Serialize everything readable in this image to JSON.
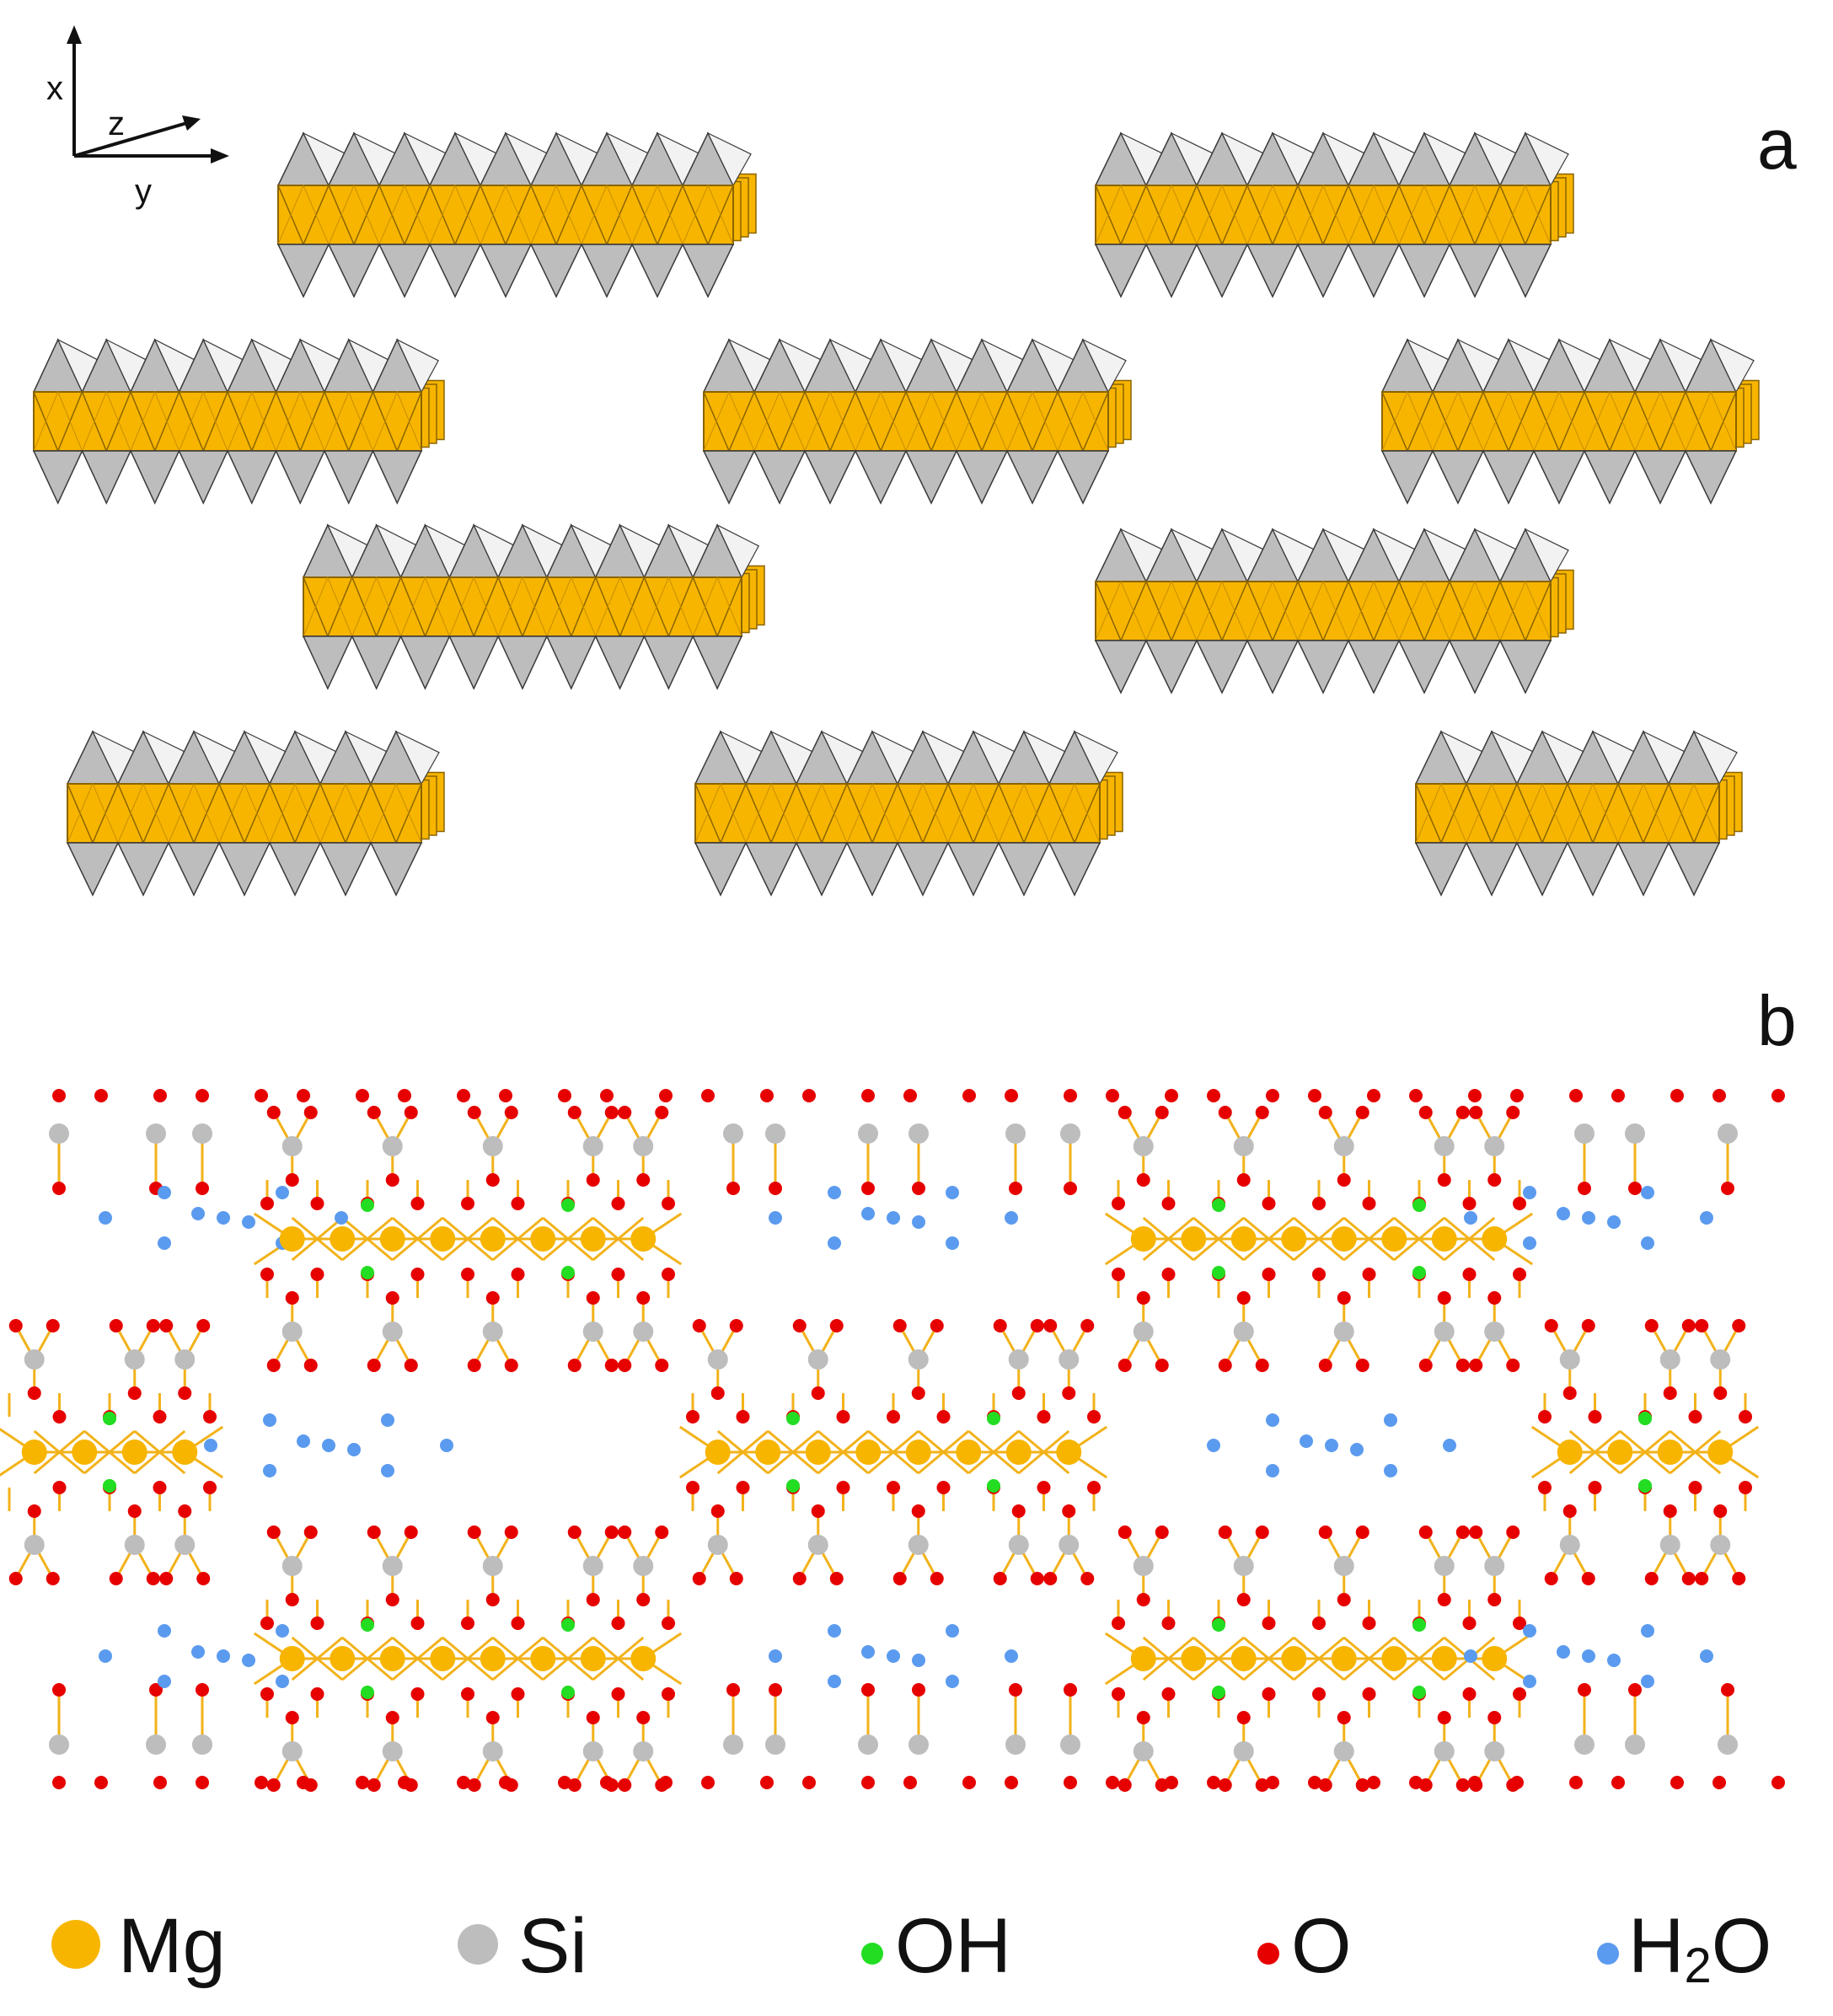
{
  "panels": {
    "a": {
      "label": "a"
    },
    "b": {
      "label": "b"
    }
  },
  "axes": {
    "x": "x",
    "y": "y",
    "z": "z"
  },
  "colors": {
    "mg": "#F7B500",
    "mg_stroke": "#8a6400",
    "si": "#BDBDBD",
    "si_stroke": "#3a3a3a",
    "oh": "#22DD22",
    "o": "#E60000",
    "h2o": "#5B9BEF",
    "bond": "#F2B21A"
  },
  "legend": [
    {
      "key": "mg",
      "text": "Mg",
      "color": "#F7B500"
    },
    {
      "key": "si",
      "text": "Si",
      "color": "#BDBDBD"
    },
    {
      "key": "oh",
      "text": "OH",
      "color": "#22DD22"
    },
    {
      "key": "o",
      "text": "O",
      "color": "#E60000"
    },
    {
      "key": "h2o",
      "text": "H",
      "sub": "2",
      "tail": "O",
      "color": "#5B9BEF"
    }
  ]
}
